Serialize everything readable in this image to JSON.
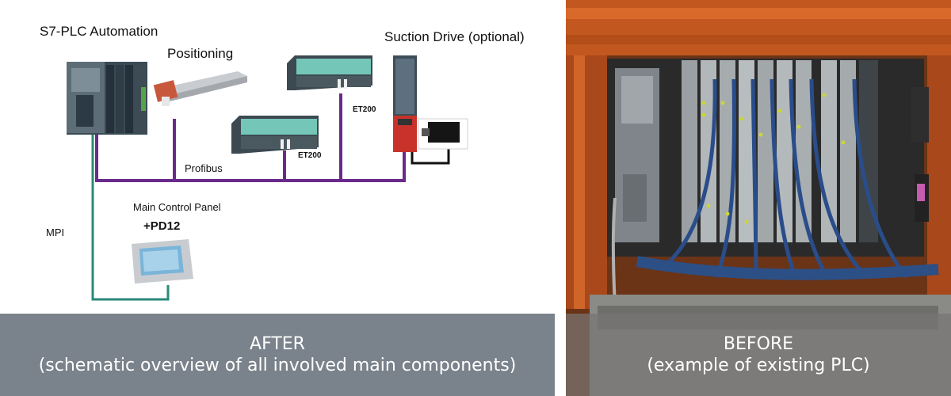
{
  "after_panel": {
    "components": {
      "plc": "S7-PLC Automation",
      "positioning": "Positioning",
      "suction_drive": "Suction Drive (optional)",
      "et200_a": "ET200",
      "et200_b": "ET200",
      "main_control_panel": "Main Control Panel",
      "panel_id": "+PD12"
    },
    "buses": {
      "profibus": "Profibus",
      "mpi": "MPI"
    },
    "caption_title": "AFTER",
    "caption_sub": "(schematic overview of all involved main components)",
    "colors": {
      "profibus_line": "#6a2a8c",
      "mpi_line": "#2a8a78",
      "caption_bg": "#757d86"
    }
  },
  "before_panel": {
    "caption_title": "BEFORE",
    "caption_sub": "(example of existing PLC)"
  }
}
